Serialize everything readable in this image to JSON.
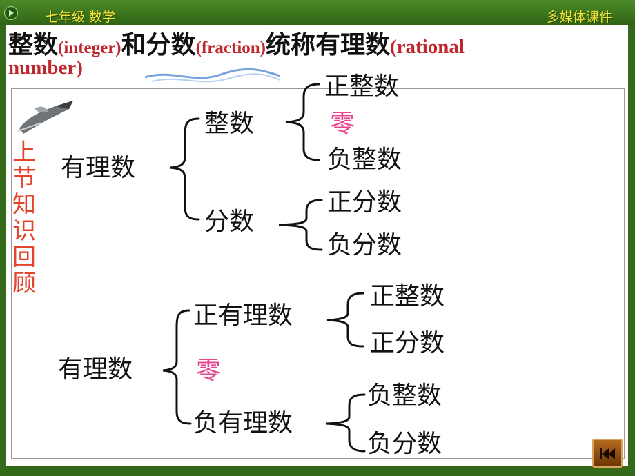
{
  "header": {
    "course": "七年级 数学",
    "right_label": "多媒体课件"
  },
  "title": {
    "part1": "整数",
    "part1_en": "(integer)",
    "part2": "和分数",
    "part2_en": "(fraction)",
    "part3": "统称有理数",
    "part3_en_line1": "(rational",
    "part3_en_line2": "number)"
  },
  "sidebar": {
    "review_chars": [
      "上",
      "节",
      "知",
      "识",
      "回",
      "顾"
    ]
  },
  "tree1": {
    "root": "有理数",
    "integer": "整数",
    "fraction": "分数",
    "pos_int": "正整数",
    "zero": "零",
    "neg_int": "负整数",
    "pos_frac": "正分数",
    "neg_frac": "负分数"
  },
  "tree2": {
    "root": "有理数",
    "pos_rational": "正有理数",
    "zero": "零",
    "neg_rational": "负有理数",
    "pos_int": "正整数",
    "pos_frac": "正分数",
    "neg_int": "负整数",
    "neg_frac": "负分数"
  },
  "colors": {
    "frame_green": "#35691a",
    "header_yellow": "#f6e23a",
    "english_red": "#c0272d",
    "zero_pink": "#e8458f",
    "review_red": "#e4442c"
  },
  "icons": [
    "play-icon",
    "pen-hand-icon",
    "back-to-start-icon"
  ]
}
